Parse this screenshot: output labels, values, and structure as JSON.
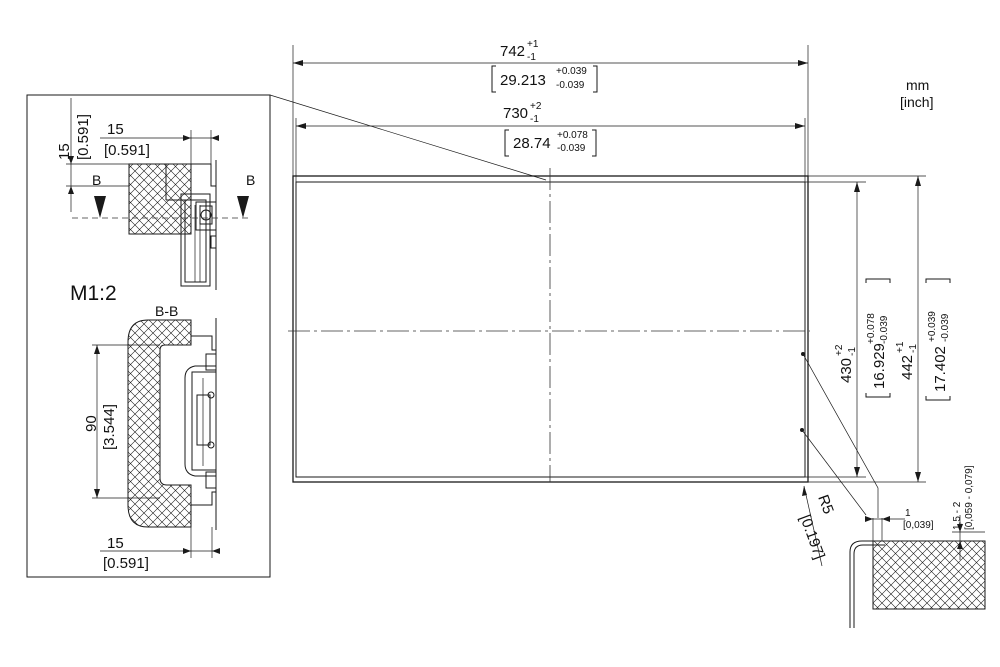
{
  "units": {
    "primary": "mm",
    "secondary": "[inch]"
  },
  "scale_label": "M1:2",
  "section_label": "B-B",
  "section_marker": "B",
  "dims": {
    "outer_width": {
      "value": "742",
      "tol_upper": "+1",
      "tol_lower": "-1",
      "inch": "29.213",
      "inch_upper": "+0.039",
      "inch_lower": "-0.039"
    },
    "inner_width": {
      "value": "730",
      "tol_upper": "+2",
      "tol_lower": "-1",
      "inch": "28.74",
      "inch_upper": "+0.078",
      "inch_lower": "-0.039"
    },
    "inner_height": {
      "value": "430",
      "tol_upper": "+2",
      "tol_lower": "-1",
      "inch": "16.929",
      "inch_upper": "+0.078",
      "inch_lower": "-0.039"
    },
    "outer_height": {
      "value": "442",
      "tol_upper": "+1",
      "tol_lower": "-1",
      "inch": "17.402",
      "inch_upper": "+0.039",
      "inch_lower": "-0.039"
    },
    "radius": {
      "value": "R5",
      "inch": "[0.197]"
    },
    "detail_offset": {
      "value": "1",
      "inch": "[0,039]"
    },
    "gap": {
      "value": "1,5 - 2",
      "inch": "[0,059 - 0,079]"
    },
    "detail_top_h": {
      "value": "15",
      "inch": "[0.591]"
    },
    "detail_top_w": {
      "value": "15",
      "inch": "[0.591]"
    },
    "section_h": {
      "value": "90",
      "inch": "[3.544]"
    },
    "section_w": {
      "value": "15",
      "inch": "[0.591]"
    }
  }
}
